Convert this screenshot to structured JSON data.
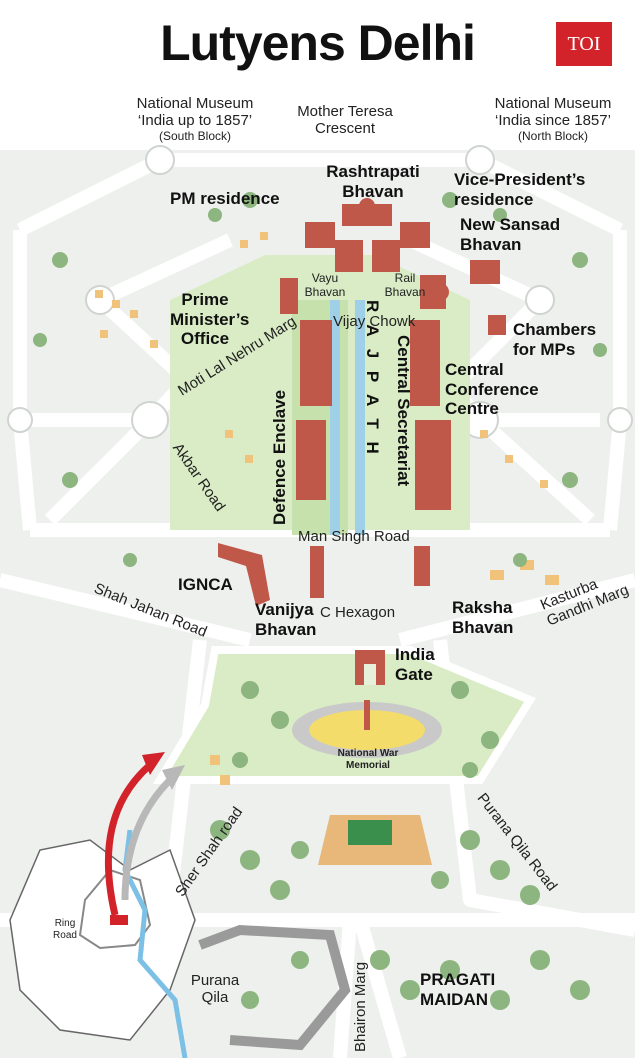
{
  "header": {
    "title": "Lutyens Delhi",
    "logo_text": "TOI",
    "logo_color": "#d2232a"
  },
  "colors": {
    "building": "#c0584a",
    "lawn": "#dcedc8",
    "road": "#ffffff",
    "tree": "#7aa36f",
    "river": "#7cc0e6",
    "arrow_red": "#d2232a",
    "arrow_grey": "#b8b8b8"
  },
  "landmarks": {
    "national_museum_south": {
      "line1": "National Museum",
      "line2": "‘India up to 1857’",
      "line3": "(South Block)"
    },
    "mother_teresa": {
      "line1": "Mother Teresa",
      "line2": "Crescent"
    },
    "national_museum_north": {
      "line1": "National Museum",
      "line2": "‘India since 1857’",
      "line3": "(North Block)"
    },
    "rashtrapati": {
      "line1": "Rashtrapati",
      "line2": "Bhavan"
    },
    "pm_residence": "PM residence",
    "vice_president": {
      "line1": "Vice-President’s",
      "line2": "residence"
    },
    "new_sansad": {
      "line1": "New Sansad",
      "line2": "Bhavan"
    },
    "vayu": {
      "line1": "Vayu",
      "line2": "Bhavan"
    },
    "rail": {
      "line1": "Rail",
      "line2": "Bhavan"
    },
    "pmo": {
      "line1": "Prime",
      "line2": "Minister’s",
      "line3": "Office"
    },
    "vijay_chowk": "Vijay Chowk",
    "chambers": {
      "line1": "Chambers",
      "line2": "for MPs"
    },
    "central_conference": {
      "line1": "Central",
      "line2": "Conference",
      "line3": "Centre"
    },
    "defence_enclave": "Defence Enclave",
    "central_secretariat": "Central Secretariat",
    "rajpath": "R A J P A T H",
    "ignca": "IGNCA",
    "vanijya": {
      "line1": "Vanijya",
      "line2": "Bhavan"
    },
    "c_hexagon": "C Hexagon",
    "raksha": {
      "line1": "Raksha",
      "line2": "Bhavan"
    },
    "india_gate": {
      "line1": "India",
      "line2": "Gate"
    },
    "war_memorial": {
      "line1": "National War",
      "line2": "Memorial"
    },
    "pragati": {
      "line1": "PRAGATI",
      "line2": "MAIDAN"
    },
    "purana_qila": {
      "line1": "Purana",
      "line2": "Qila"
    },
    "ring_road": {
      "line1": "Ring",
      "line2": "Road"
    }
  },
  "roads": {
    "motilal": "Moti Lal Nehru Marg",
    "akbar": "Akbar Road",
    "man_singh": "Man Singh Road",
    "shah_jahan": "Shah Jahan Road",
    "kasturba": {
      "line1": "Kasturba",
      "line2": "Gandhi Marg"
    },
    "sher_shah": "Sher Shah road",
    "purana_qila_road": "Purana Qila Road",
    "bhairon": "Bhairon Marg"
  }
}
